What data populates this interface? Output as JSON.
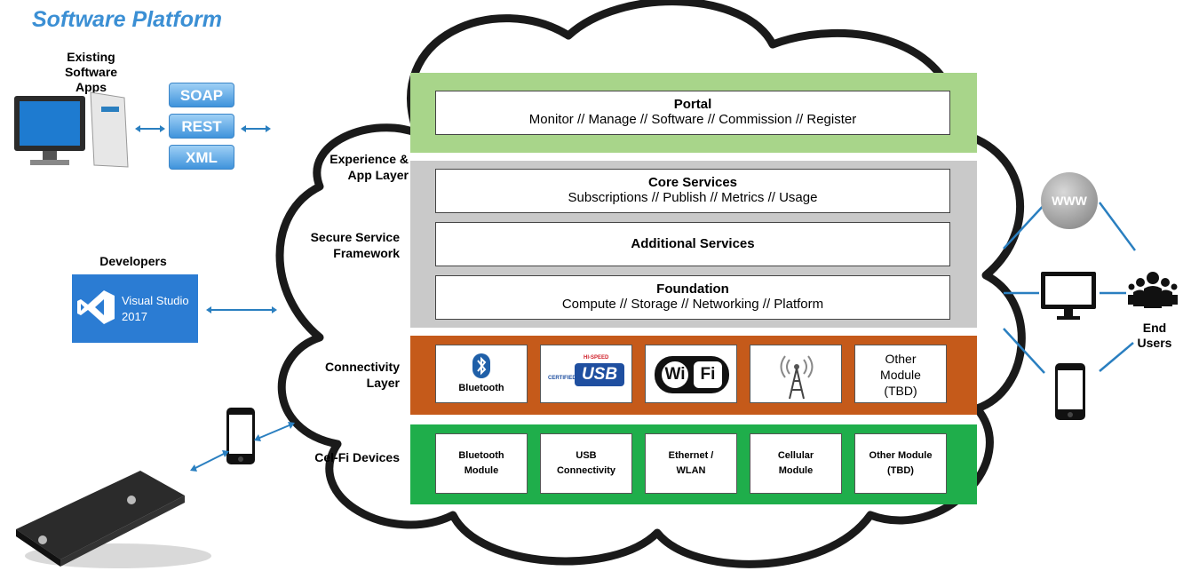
{
  "title": "Software Platform",
  "left": {
    "existing_apps": "Existing Software Apps",
    "api_formats": [
      "SOAP",
      "REST",
      "XML"
    ],
    "developers": "Developers",
    "vs_label_line1": "Visual Studio",
    "vs_label_line2": "2017"
  },
  "layers": {
    "experience": "Experience & App Layer",
    "secure": "Secure Service Framework",
    "connectivity": "Connectivity Layer",
    "celfi": "Cel-Fi Devices"
  },
  "portal": {
    "title": "Portal",
    "subtitle": "Monitor // Manage // Software // Commission // Register"
  },
  "core_services": {
    "title": "Core Services",
    "subtitle": "Subscriptions // Publish // Metrics // Usage"
  },
  "additional_services": {
    "title": "Additional Services"
  },
  "foundation": {
    "title": "Foundation",
    "subtitle": "Compute // Storage // Networking // Platform"
  },
  "connectivity_tiles": {
    "bluetooth": "Bluetooth",
    "usb": "USB",
    "usb_speed": "HI-SPEED",
    "usb_cert": "CERTIFIED",
    "wifi_a": "Wi",
    "wifi_b": "Fi",
    "other_l1": "Other",
    "other_l2": "Module",
    "other_l3": "(TBD)"
  },
  "devices": [
    {
      "l1": "Bluetooth",
      "l2": "Module"
    },
    {
      "l1": "USB",
      "l2": "Connectivity"
    },
    {
      "l1": "Ethernet /",
      "l2": "WLAN"
    },
    {
      "l1": "Cellular",
      "l2": "Module"
    },
    {
      "l1": "Other Module",
      "l2": "(TBD)"
    }
  ],
  "right": {
    "www": "WWW",
    "end_users": "End Users"
  },
  "colors": {
    "title_blue": "#3b8fd4",
    "portal_green": "#a8d58a",
    "services_gray": "#c9c9c9",
    "connectivity_orange": "#c55a1a",
    "devices_green": "#1fae4b",
    "vs_blue": "#2b7cd3",
    "arrow_blue": "#2a7fc0"
  }
}
